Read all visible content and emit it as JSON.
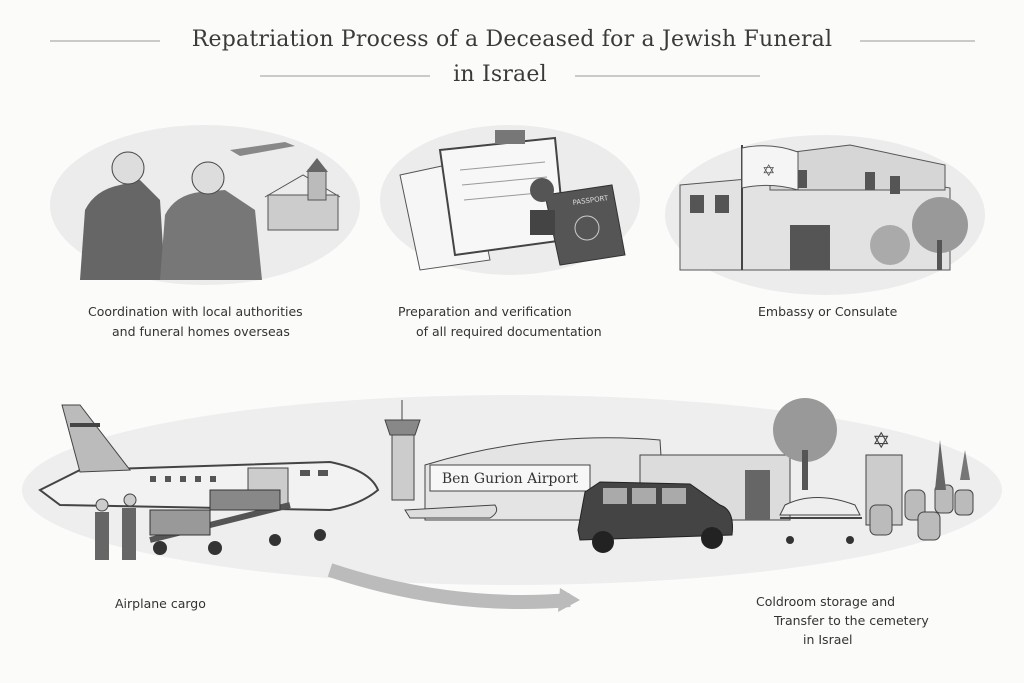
{
  "title": {
    "line1": "Repatriation Process of a Deceased for a Jewish Funeral",
    "line2": "in Israel"
  },
  "steps": [
    {
      "line1": "Coordination with local authorities",
      "line2": "and funeral homes overseas",
      "icon": "officials-handshake-icon"
    },
    {
      "line1": "Preparation and verification",
      "line2": "of all required documentation",
      "icon": "documents-passport-stamp-icon"
    },
    {
      "line1": "Embassy or Consulate",
      "icon": "embassy-building-flag-icon"
    },
    {
      "line1": "Airplane cargo",
      "icon": "airplane-cargo-icon"
    },
    {
      "line1": "Coldroom storage and",
      "line2": "Transfer to the cemetery",
      "line3": "in Israel",
      "icon": "cemetery-hearse-icon"
    }
  ],
  "airport_sign": "Ben Gurion Airport",
  "passport_label": "PASSPORT",
  "colors": {
    "ink": "#333333",
    "paper": "#fbfbfa",
    "shade": "#bdbdbd"
  }
}
